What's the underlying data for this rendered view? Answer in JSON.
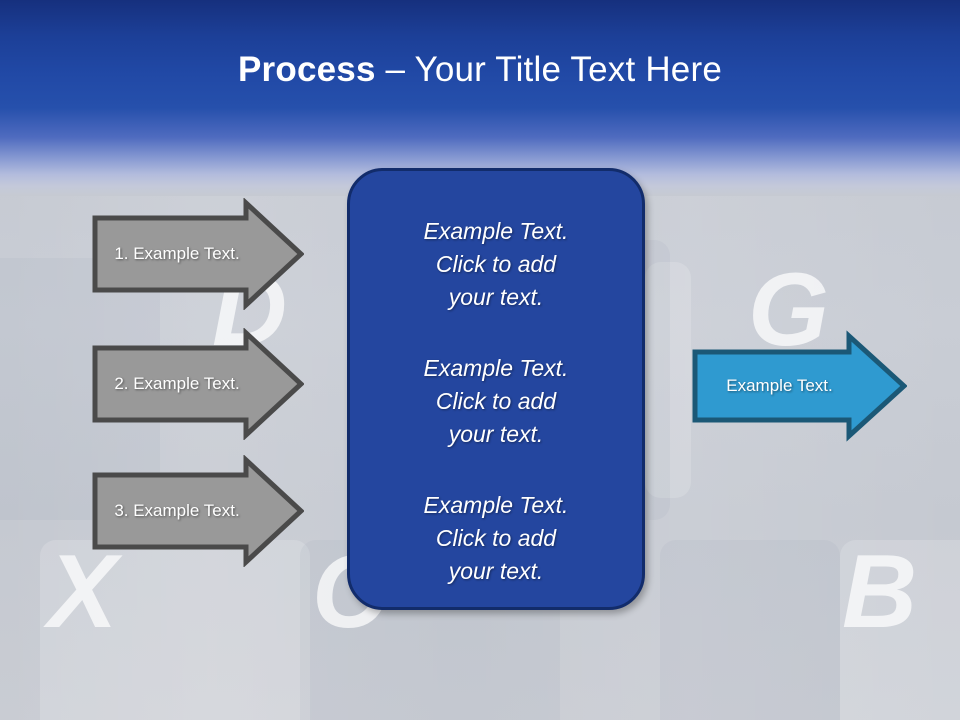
{
  "slide": {
    "title": {
      "bold_part": "Process",
      "rest": " – Your Title Text Here"
    },
    "colors": {
      "header_top": "#16307e",
      "header_mid": "#2650ac",
      "background": "#c6cad2",
      "center_box_fill": "#24469f",
      "center_box_border": "#122c6b",
      "gray_arrow_fill": "#999999",
      "gray_arrow_border": "#4a4a4a",
      "teal_arrow_fill": "#2f9ad0",
      "teal_arrow_border": "#1b5876",
      "text_white": "#ffffff"
    }
  },
  "input_arrows": [
    {
      "label": "1. Example Text."
    },
    {
      "label": "2. Example Text."
    },
    {
      "label": "3. Example Text."
    }
  ],
  "center_box": {
    "blocks": [
      {
        "line1": "Example Text.",
        "line2": "Click  to add",
        "line3": "your text."
      },
      {
        "line1": "Example Text.",
        "line2": "Click  to add",
        "line3": "your text."
      },
      {
        "line1": "Example Text.",
        "line2": "Click  to add",
        "line3": "your text."
      }
    ]
  },
  "output_arrow": {
    "label": "Example Text."
  },
  "watermarks": [
    {
      "letter": "D"
    },
    {
      "letter": "G"
    },
    {
      "letter": "X"
    },
    {
      "letter": "C"
    },
    {
      "letter": "B"
    }
  ]
}
